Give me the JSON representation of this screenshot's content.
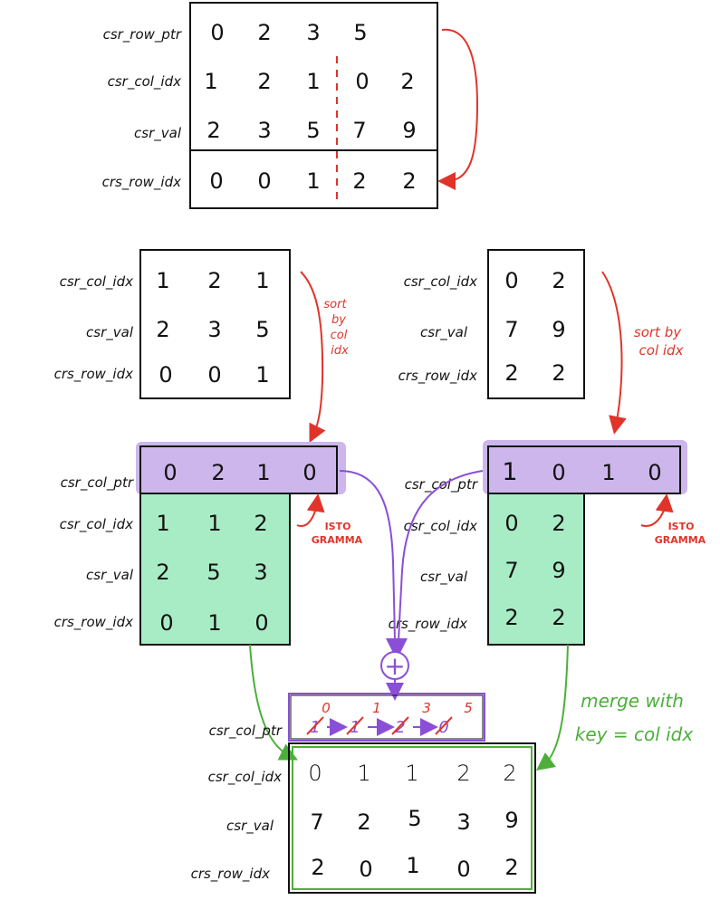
{
  "top": {
    "labels": [
      "csr_row_ptr",
      "csr_col_idx",
      "csr_val",
      "crs_row_idx"
    ],
    "rows": [
      [
        "0",
        "2",
        "3",
        "5",
        ""
      ],
      [
        "1",
        "2",
        "1",
        "0",
        "2"
      ],
      [
        "2",
        "3",
        "5",
        "7",
        "9"
      ],
      [
        "0",
        "0",
        "1",
        "2",
        "2"
      ]
    ]
  },
  "left_block": {
    "labels": [
      "csr_col_idx",
      "csr_val",
      "crs_row_idx"
    ],
    "rows": [
      [
        "1",
        "2",
        "1"
      ],
      [
        "2",
        "3",
        "5"
      ],
      [
        "0",
        "0",
        "1"
      ]
    ],
    "note": [
      "sort",
      "by",
      "col",
      "idx"
    ]
  },
  "right_block": {
    "labels": [
      "csr_col_idx",
      "csr_val",
      "crs_row_idx"
    ],
    "rows": [
      [
        "0",
        "2"
      ],
      [
        "7",
        "9"
      ],
      [
        "2",
        "2"
      ]
    ],
    "note": [
      "sort by",
      "col idx"
    ]
  },
  "left_sorted": {
    "ptr_label": "csr_col_ptr",
    "ptr": [
      "0",
      "2",
      "1",
      "0"
    ],
    "labels": [
      "csr_col_idx",
      "csr_val",
      "crs_row_idx"
    ],
    "rows": [
      [
        "1",
        "1",
        "2"
      ],
      [
        "2",
        "5",
        "3"
      ],
      [
        "0",
        "1",
        "0"
      ]
    ],
    "note": [
      "ISTO",
      "GRAMMA"
    ]
  },
  "right_sorted": {
    "ptr_label": "csr_col_ptr",
    "ptr": [
      "1",
      "0",
      "1",
      "0"
    ],
    "labels": [
      "csr_col_idx",
      "csr_val",
      "crs_row_idx"
    ],
    "rows": [
      [
        "0",
        "2"
      ],
      [
        "7",
        "9"
      ],
      [
        "2",
        "2"
      ]
    ],
    "note": [
      "ISTO",
      "GRAMMA"
    ]
  },
  "merged": {
    "ptr_label": "csr_col_ptr",
    "ptr_crossed": [
      "1",
      "1",
      "2",
      "0"
    ],
    "ptr_new": [
      "0",
      "1",
      "3",
      "5"
    ],
    "labels": [
      "csr_col_idx",
      "csr_val",
      "crs_row_idx"
    ],
    "rows": [
      [
        "0",
        "1",
        "1",
        "2",
        "2"
      ],
      [
        "7",
        "2",
        "5",
        "3",
        "9"
      ],
      [
        "2",
        "0",
        "1",
        "0",
        "2"
      ]
    ],
    "note": [
      "merge with",
      "key = col idx"
    ]
  },
  "plus_symbol": "+",
  "colors": {
    "ink": "#111111",
    "red": "#e0342a",
    "purple": "#8a4fd6",
    "purple_fill": "#cdb6ec",
    "green": "#4caf3a",
    "green_fill": "#a8ecc6"
  }
}
